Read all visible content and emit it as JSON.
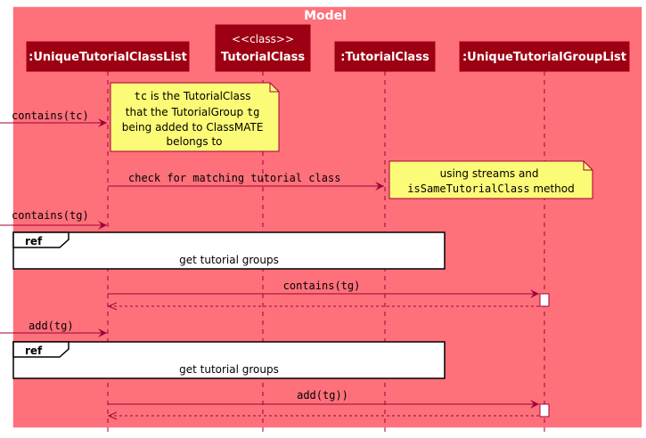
{
  "frame": {
    "title": "Model"
  },
  "colors": {
    "background": "#fe717b",
    "participant": "#9d0012",
    "participant_text": "#ffffff",
    "arrow": "#a0003a",
    "note_fill": "#fbfb77",
    "ref_fill": "#ffffff",
    "activation_fill": "#ffffff"
  },
  "participants": [
    {
      "label": ":UniqueTutorialClassList"
    },
    {
      "stereotype": "<<class>>",
      "label": "TutorialClass"
    },
    {
      "label": ":TutorialClass"
    },
    {
      "label": ":UniqueTutorialGroupList"
    }
  ],
  "messages": [
    {
      "label": "contains(tc)"
    },
    {
      "label": "check for matching tutorial class"
    },
    {
      "label": "contains(tg)"
    },
    {
      "label": "contains(tg)"
    },
    {
      "label": "add(tg)"
    },
    {
      "label": "add(tg))"
    }
  ],
  "notes": [
    {
      "lines": [
        [
          {
            "text": "tc",
            "mono": true
          },
          {
            "text": " is the TutorialClass",
            "mono": false
          }
        ],
        [
          {
            "text": "that the TutorialGroup ",
            "mono": false
          },
          {
            "text": "tg",
            "mono": true
          }
        ],
        [
          {
            "text": "being added to ClassMATE",
            "mono": false
          }
        ],
        [
          {
            "text": "belongs to",
            "mono": false
          }
        ]
      ]
    },
    {
      "lines": [
        [
          {
            "text": "using streams and",
            "mono": false
          }
        ],
        [
          {
            "text": "isSameTutorialClass",
            "mono": true
          },
          {
            "text": " method",
            "mono": false
          }
        ]
      ]
    }
  ],
  "refs": [
    {
      "tag": "ref",
      "text": "get tutorial groups"
    },
    {
      "tag": "ref",
      "text": "get tutorial groups"
    }
  ]
}
